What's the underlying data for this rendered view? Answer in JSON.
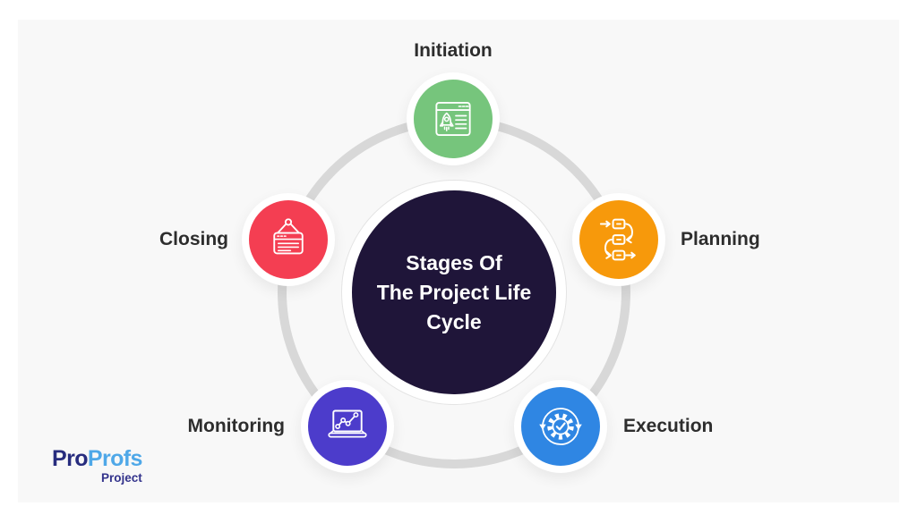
{
  "page": {
    "background_color": "#ffffff",
    "panel_color": "#f8f8f8",
    "ring_color": "#d8d8d8",
    "label_color": "#2d2d2d"
  },
  "diagram": {
    "title": {
      "lines": [
        "Stages Of",
        "The Project Life",
        "Cycle"
      ],
      "background_color": "#1f1539",
      "text_color": "#ffffff"
    },
    "stages": [
      {
        "id": "initiation",
        "label": "Initiation",
        "color": "#76c57c",
        "icon": "rocket-browser-icon",
        "label_position": "top"
      },
      {
        "id": "planning",
        "label": "Planning",
        "color": "#f7990b",
        "icon": "workflow-icon",
        "label_position": "right"
      },
      {
        "id": "execution",
        "label": "Execution",
        "color": "#2f86e3",
        "icon": "gear-check-icon",
        "label_position": "right"
      },
      {
        "id": "monitoring",
        "label": "Monitoring",
        "color": "#4c3ccb",
        "icon": "laptop-chart-icon",
        "label_position": "left"
      },
      {
        "id": "closing",
        "label": "Closing",
        "color": "#f43e52",
        "icon": "hanging-sign-icon",
        "label_position": "left"
      }
    ]
  },
  "branding": {
    "logo_primary": "Pro",
    "logo_secondary": "Profs",
    "logo_sub": "Project",
    "primary_color": "#272c7e",
    "secondary_color": "#4fa8e8",
    "sub_color": "#33338c"
  }
}
